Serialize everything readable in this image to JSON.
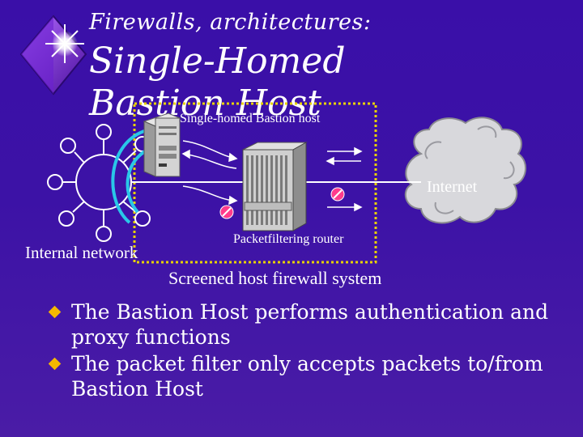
{
  "slide": {
    "subtitle": "Firewalls, architectures:",
    "title": "Single-Homed Bastion Host",
    "background_color": "#3c12a6",
    "accent_color": "#f5b800"
  },
  "diagram": {
    "bastion_label": "Single-homed Bastion host",
    "internet_label": "Internet",
    "router_label": "Packetfiltering router",
    "internal_label": "Internal network",
    "system_label": "Screened host firewall system"
  },
  "bullets": [
    "The Bastion Host performs authentication and proxy functions",
    "The packet filter only accepts packets to/from Bastion Host"
  ]
}
